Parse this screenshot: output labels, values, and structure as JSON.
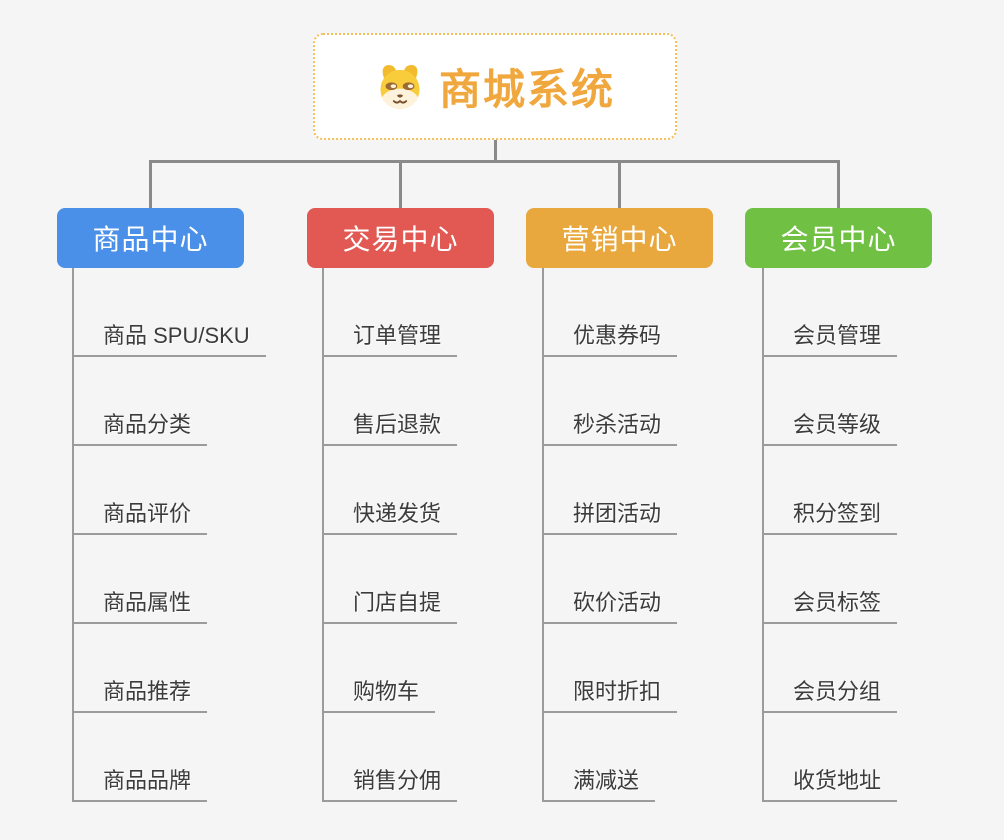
{
  "root": {
    "label": "商城系统",
    "icon": "doge-icon",
    "text_color": "#f0a73d",
    "border_color": "#f5be58"
  },
  "branches": [
    {
      "label": "商品中心",
      "color": "#4a8fe8",
      "items": [
        "商品 SPU/SKU",
        "商品分类",
        "商品评价",
        "商品属性",
        "商品推荐",
        "商品品牌"
      ]
    },
    {
      "label": "交易中心",
      "color": "#e25852",
      "items": [
        "订单管理",
        "售后退款",
        "快递发货",
        "门店自提",
        "购物车",
        "销售分佣"
      ]
    },
    {
      "label": "营销中心",
      "color": "#e9a83e",
      "items": [
        "优惠券码",
        "秒杀活动",
        "拼团活动",
        "砍价活动",
        "限时折扣",
        "满减送"
      ]
    },
    {
      "label": "会员中心",
      "color": "#6fc043",
      "items": [
        "会员管理",
        "会员等级",
        "积分签到",
        "会员标签",
        "会员分组",
        "收货地址"
      ]
    }
  ],
  "colors": {
    "background": "#f5f5f5",
    "connector": "#8a8a8a",
    "leaf_line": "#9b9b9b",
    "leaf_text": "#3c3c3c"
  }
}
